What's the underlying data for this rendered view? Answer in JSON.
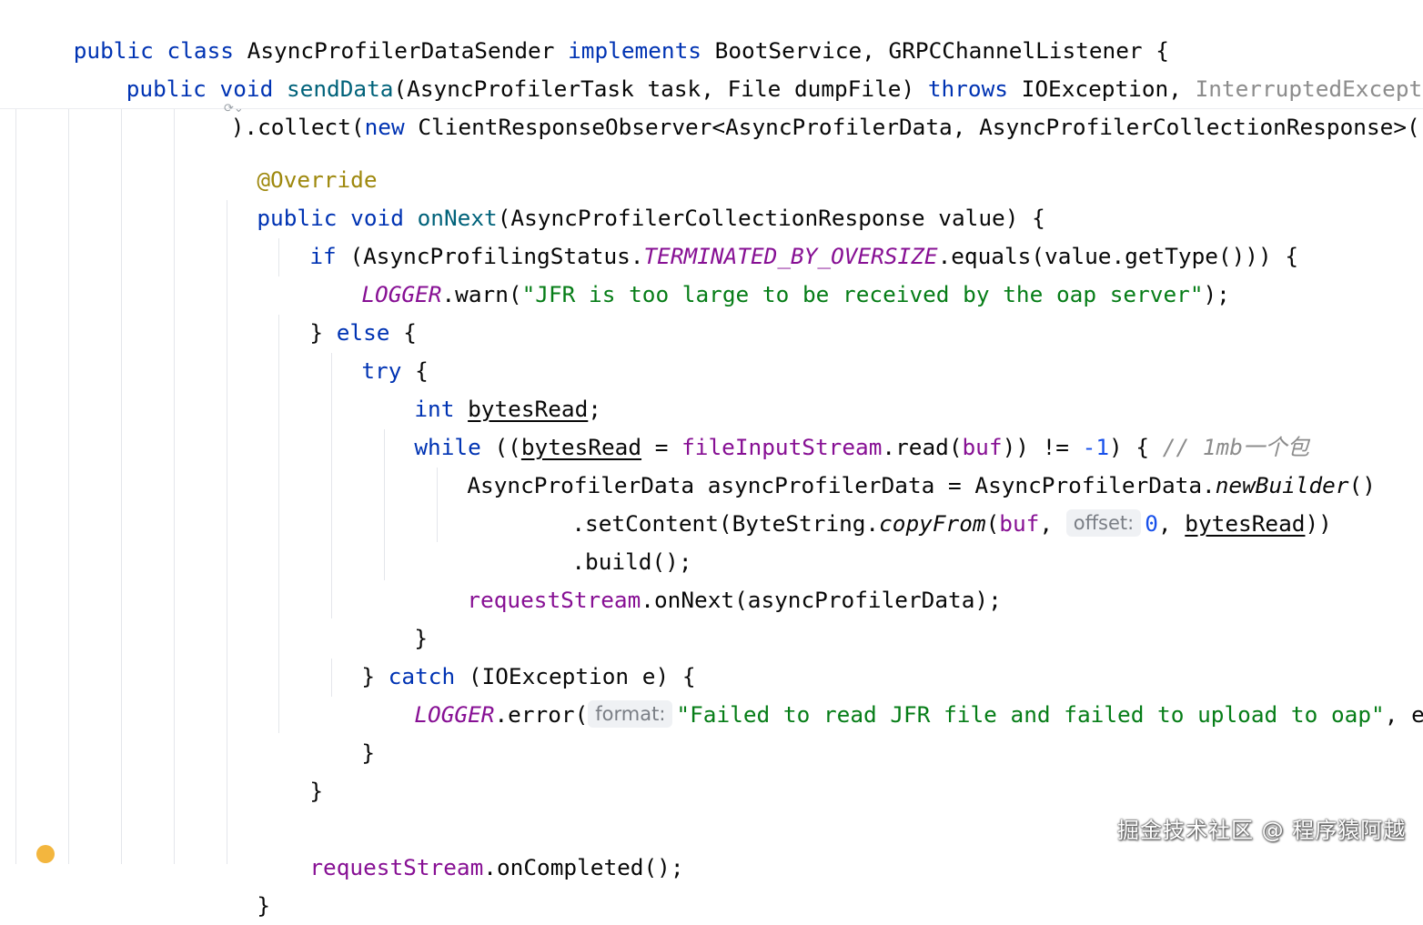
{
  "editor": {
    "sticky_lines": {
      "l1": {
        "kw1": "public",
        "kw2": "class",
        "name": "AsyncProfilerDataSender",
        "kw3": "implements",
        "rest": "BootService, GRPCChannelListener {"
      },
      "l2": {
        "kw1": "public",
        "kw2": "void",
        "fn": "sendData",
        "params": "(AsyncProfilerTask task, File dumpFile)",
        "kw3": "throws",
        "ex1": "IOException,",
        "ex2": "InterruptedException",
        "brace": "{"
      },
      "l3": {
        "pre": ").collect(",
        "kw": "new",
        "rest": "ClientResponseObserver<AsyncProfilerData, AsyncProfilerCollectionResponse>() {"
      }
    },
    "code": {
      "annotation": "@Override",
      "on_next_kw1": "public",
      "on_next_kw2": "void",
      "on_next_fn": "onNext",
      "on_next_params": "(AsyncProfilerCollectionResponse value) {",
      "if_kw": "if",
      "if_pre": "(AsyncProfilingStatus.",
      "if_const": "TERMINATED_BY_OVERSIZE",
      "if_post": ".equals(value.getType())) {",
      "warn_logger": "LOGGER",
      "warn_call": ".warn(",
      "warn_str": "\"JFR is too large to be received by the oap server\"",
      "warn_end": ");",
      "else_pre": "}",
      "else_kw": "else",
      "else_brace": "{",
      "try_kw": "try",
      "try_brace": "{",
      "int_kw": "int",
      "int_var": "bytesRead",
      "int_end": ";",
      "while_kw": "while",
      "while_open": "((",
      "while_var": "bytesRead",
      "while_eq": " = ",
      "while_field": "fileInputStream",
      "while_read": ".read(",
      "while_buf": "buf",
      "while_cmp": ")) != ",
      "while_num": "-1",
      "while_close": ") {",
      "while_comment": "// 1mb一个包",
      "data_decl_pre": "AsyncProfilerData asyncProfilerData = AsyncProfilerData.",
      "data_decl_fn": "newBuilder",
      "data_decl_end": "()",
      "set_content_pre": ".setContent(ByteString.",
      "set_content_fn": "copyFrom",
      "set_content_open": "(",
      "set_content_buf": "buf",
      "set_content_comma": ", ",
      "hint_offset": "offset:",
      "set_content_num": "0",
      "set_content_comma2": ", ",
      "set_content_var": "bytesRead",
      "set_content_end": "))",
      "build": ".build();",
      "req_field": "requestStream",
      "req_call": ".onNext(asyncProfilerData);",
      "close_while": "}",
      "catch_pre": "}",
      "catch_kw": "catch",
      "catch_rest": "(IOException e) {",
      "error_logger": "LOGGER",
      "error_call": ".error(",
      "hint_format": "format:",
      "error_str": "\"Failed to read JFR file and failed to upload to oap\"",
      "error_end": ", e);",
      "close_catch": "}",
      "close_else": "}",
      "completed_field": "requestStream",
      "completed_call": ".onCompleted();",
      "final_brace": "}"
    }
  },
  "watermark": "掘金技术社区 @ 程序猿阿越",
  "colors": {
    "keyword": "#0033b3",
    "method": "#00627a",
    "annotation": "#9e880d",
    "field": "#871094",
    "string": "#067d17",
    "number": "#1750eb",
    "comment": "#8c8c8c",
    "gutter_bulb": "#f3b63e"
  }
}
